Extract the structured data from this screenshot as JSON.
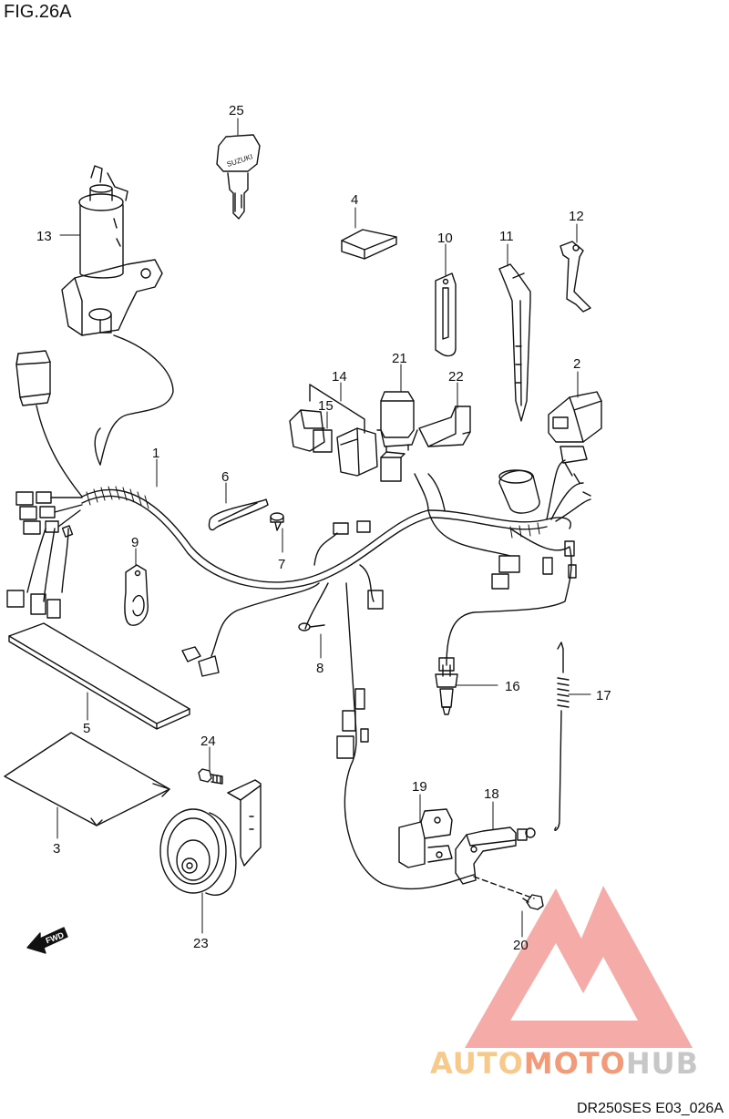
{
  "figure": {
    "title": "FIG.26A",
    "code": "DR250SES E03_026A"
  },
  "watermark": {
    "word_a": "AUTO",
    "word_b": "MOTO",
    "word_c": "HUB",
    "colors": {
      "triangle": "#f4a4a0",
      "auto": "#f7c98a",
      "moto": "#f29b7a",
      "hub": "#c7c7c7"
    }
  },
  "fwd_label": "FWD",
  "key_brand": "SUZUKI",
  "callouts": [
    {
      "id": "25",
      "label": "25"
    },
    {
      "id": "13",
      "label": "13"
    },
    {
      "id": "4",
      "label": "4"
    },
    {
      "id": "10",
      "label": "10"
    },
    {
      "id": "11",
      "label": "11"
    },
    {
      "id": "12",
      "label": "12"
    },
    {
      "id": "14",
      "label": "14"
    },
    {
      "id": "15",
      "label": "15"
    },
    {
      "id": "21",
      "label": "21"
    },
    {
      "id": "22",
      "label": "22"
    },
    {
      "id": "2",
      "label": "2"
    },
    {
      "id": "1",
      "label": "1"
    },
    {
      "id": "6",
      "label": "6"
    },
    {
      "id": "7",
      "label": "7"
    },
    {
      "id": "9",
      "label": "9"
    },
    {
      "id": "8",
      "label": "8"
    },
    {
      "id": "16",
      "label": "16"
    },
    {
      "id": "17",
      "label": "17"
    },
    {
      "id": "5",
      "label": "5"
    },
    {
      "id": "24",
      "label": "24"
    },
    {
      "id": "3",
      "label": "3"
    },
    {
      "id": "19",
      "label": "19"
    },
    {
      "id": "18",
      "label": "18"
    },
    {
      "id": "23",
      "label": "23"
    },
    {
      "id": "20",
      "label": "20"
    }
  ]
}
